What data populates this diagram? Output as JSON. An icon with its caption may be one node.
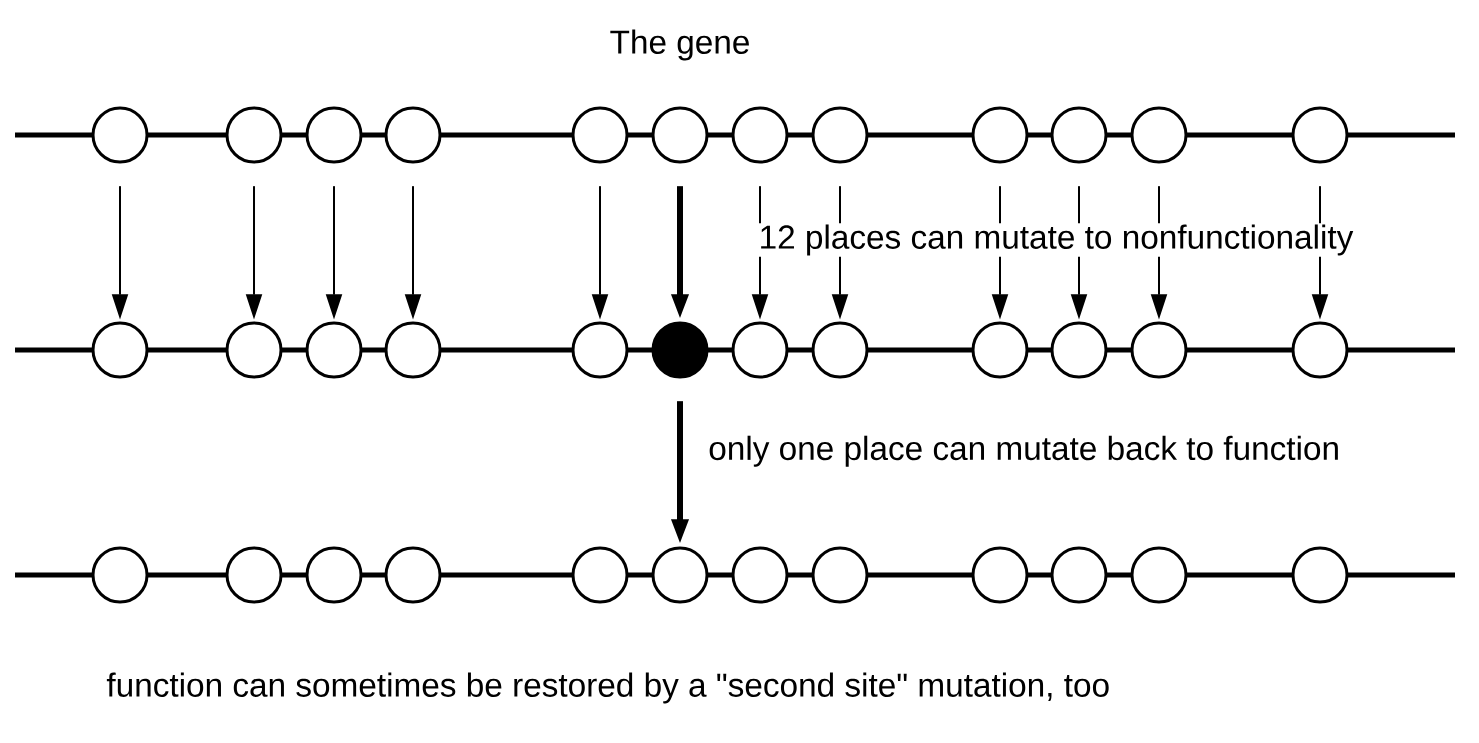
{
  "diagram": {
    "title": "The gene",
    "caption": "function can sometimes be restored by a \"second site\" mutation, too",
    "nodes": [
      {
        "text": [],
        "shape": "circle"
      },
      {
        "text": [],
        "shape": "circle"
      },
      {
        "text": [],
        "shape": "circle"
      },
      {
        "text": [],
        "shape": "circle"
      },
      {
        "text": [],
        "shape": "circle"
      },
      {
        "text": [],
        "shape": "circle"
      },
      {
        "text": [],
        "shape": "circle"
      },
      {
        "text": [],
        "shape": "circle"
      },
      {
        "text": [],
        "shape": "circle"
      },
      {
        "text": [],
        "shape": "circle"
      },
      {
        "text": [],
        "shape": "circle"
      },
      {
        "text": [],
        "shape": "circle"
      },
      {
        "text": [],
        "shape": "circle"
      },
      {
        "text": [],
        "shape": "circle"
      },
      {
        "text": [],
        "shape": "circle"
      },
      {
        "text": [],
        "shape": "circle"
      },
      {
        "text": [],
        "shape": "circle"
      },
      {
        "text": [],
        "shape": "dot"
      },
      {
        "text": [],
        "shape": "circle"
      },
      {
        "text": [],
        "shape": "circle"
      },
      {
        "text": [],
        "shape": "circle"
      },
      {
        "text": [],
        "shape": "circle"
      },
      {
        "text": [],
        "shape": "circle"
      },
      {
        "text": [],
        "shape": "circle"
      },
      {
        "text": [],
        "shape": "circle"
      },
      {
        "text": [],
        "shape": "circle"
      },
      {
        "text": [],
        "shape": "circle"
      },
      {
        "text": [],
        "shape": "circle"
      },
      {
        "text": [],
        "shape": "circle"
      },
      {
        "text": [],
        "shape": "circle"
      },
      {
        "text": [],
        "shape": "circle"
      },
      {
        "text": [],
        "shape": "circle"
      },
      {
        "text": [],
        "shape": "circle"
      },
      {
        "text": [],
        "shape": "circle"
      },
      {
        "text": [],
        "shape": "circle"
      },
      {
        "text": [],
        "shape": "circle"
      }
    ],
    "edges": [
      {
        "from": 0,
        "to": 12,
        "arrow": "to"
      },
      {
        "from": 1,
        "to": 13,
        "arrow": "to"
      },
      {
        "from": 2,
        "to": 14,
        "arrow": "to"
      },
      {
        "from": 3,
        "to": 15,
        "arrow": "to"
      },
      {
        "from": 4,
        "to": 16,
        "arrow": "to"
      },
      {
        "from": 5,
        "to": 17,
        "arrow": "to",
        "style": "thick"
      },
      {
        "from": 6,
        "to": 18,
        "arrow": "to"
      },
      {
        "from": 7,
        "to": 19,
        "arrow": "to"
      },
      {
        "from": 8,
        "to": 20,
        "arrow": "to"
      },
      {
        "from": 9,
        "to": 21,
        "arrow": "to"
      },
      {
        "from": 10,
        "to": 22,
        "arrow": "to"
      },
      {
        "from": 11,
        "to": 23,
        "arrow": "to"
      },
      {
        "from": 17,
        "to": 29,
        "arrow": "to",
        "style": "thick",
        "label": "only one place can mutate back to function"
      }
    ],
    "labels": [
      "12 places can mutate to nonfunctionality"
    ]
  }
}
